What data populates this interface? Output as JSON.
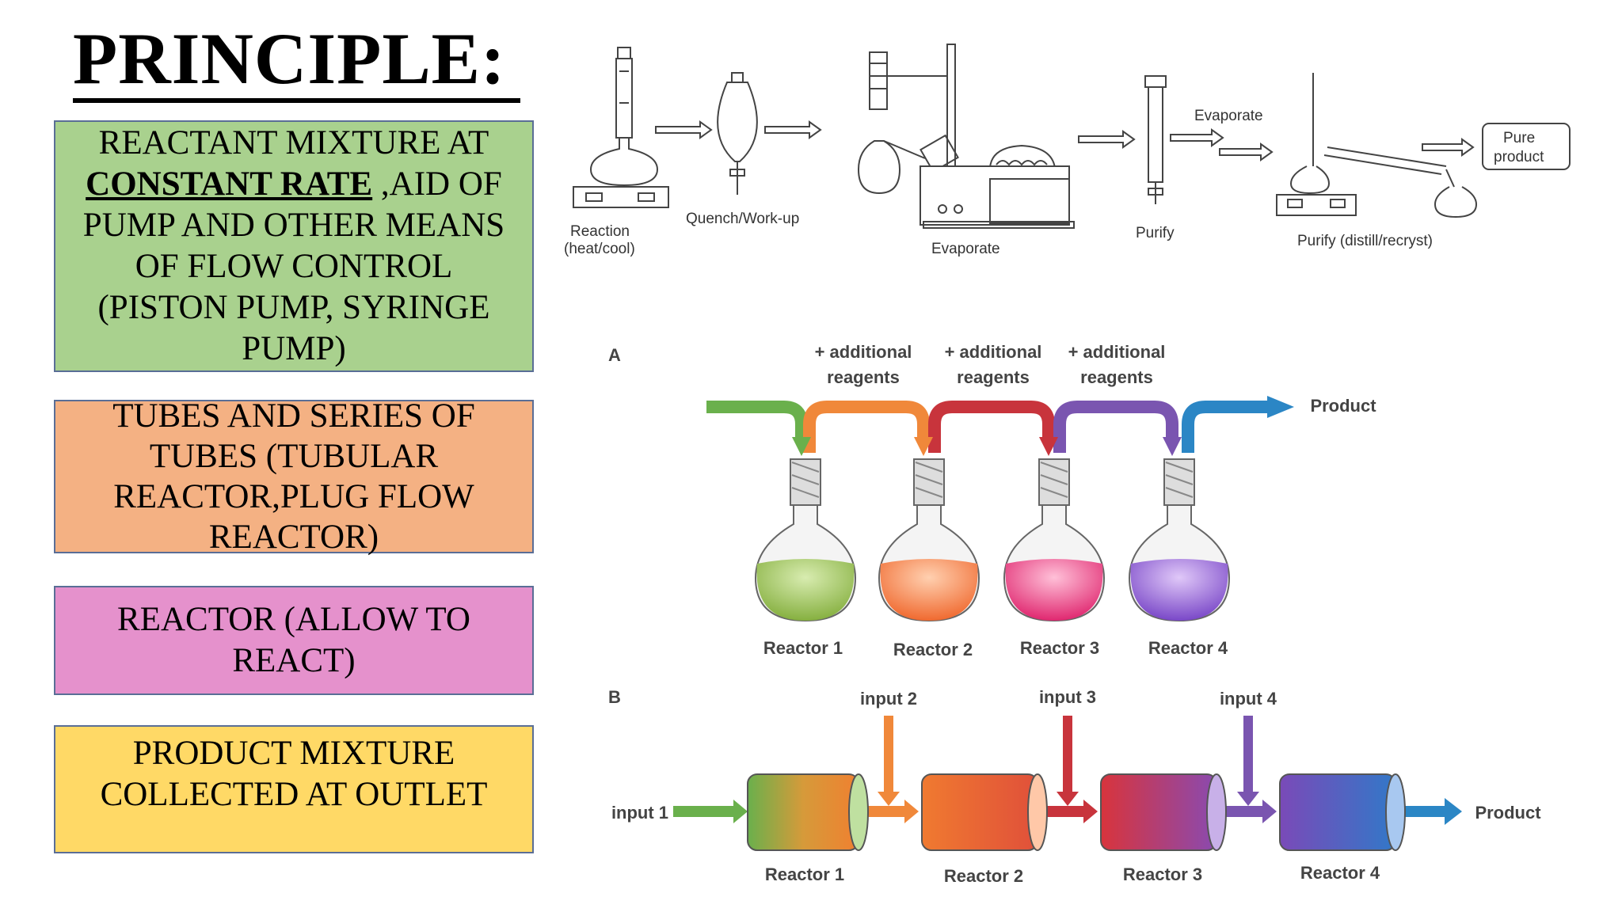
{
  "title": "PRINCIPLE:",
  "boxes": {
    "b1": {
      "pre": "REACTANT MIXTURE AT",
      "emph": "CONSTANT RATE",
      "post": " ,AID OF PUMP AND OTHER MEANS OF FLOW CONTROL (PISTON PUMP, SYRINGE PUMP)"
    },
    "b2": "TUBES AND SERIES OF TUBES (TUBULAR REACTOR,PLUG FLOW REACTOR)",
    "b3": "REACTOR (ALLOW TO REACT)",
    "b4": "PRODUCT MIXTURE COLLECTED AT OUTLET"
  },
  "batch": {
    "reaction": "Reaction",
    "heatcool": "(heat/cool)",
    "quench": "Quench/Work-up",
    "evaporate": "Evaporate",
    "purify": "Purify",
    "evaporate_top": "Evaporate",
    "purify2": "Purify (distill/recryst)",
    "pure1": "Pure",
    "pure2": "product"
  },
  "panelA": {
    "label": "A",
    "add1a": "+ additional",
    "add1b": "reagents",
    "add2a": "+ additional",
    "add2b": "reagents",
    "add3a": "+ additional",
    "add3b": "reagents",
    "product": "Product",
    "r1": "Reactor 1",
    "r2": "Reactor 2",
    "r3": "Reactor 3",
    "r4": "Reactor 4"
  },
  "panelB": {
    "label": "B",
    "input1": "input 1",
    "input2": "input 2",
    "input3": "input 3",
    "input4": "input 4",
    "product": "Product",
    "r1": "Reactor 1",
    "r2": "Reactor 2",
    "r3": "Reactor 3",
    "r4": "Reactor 4"
  },
  "colors": {
    "green": "#6ab04c",
    "orange": "#f0883a",
    "red": "#c8343c",
    "purple": "#7a55b0",
    "blue": "#2b86c5",
    "box1": "#a9d18e",
    "box2": "#f4b183",
    "box3": "#e591cc",
    "box4": "#ffd966"
  }
}
